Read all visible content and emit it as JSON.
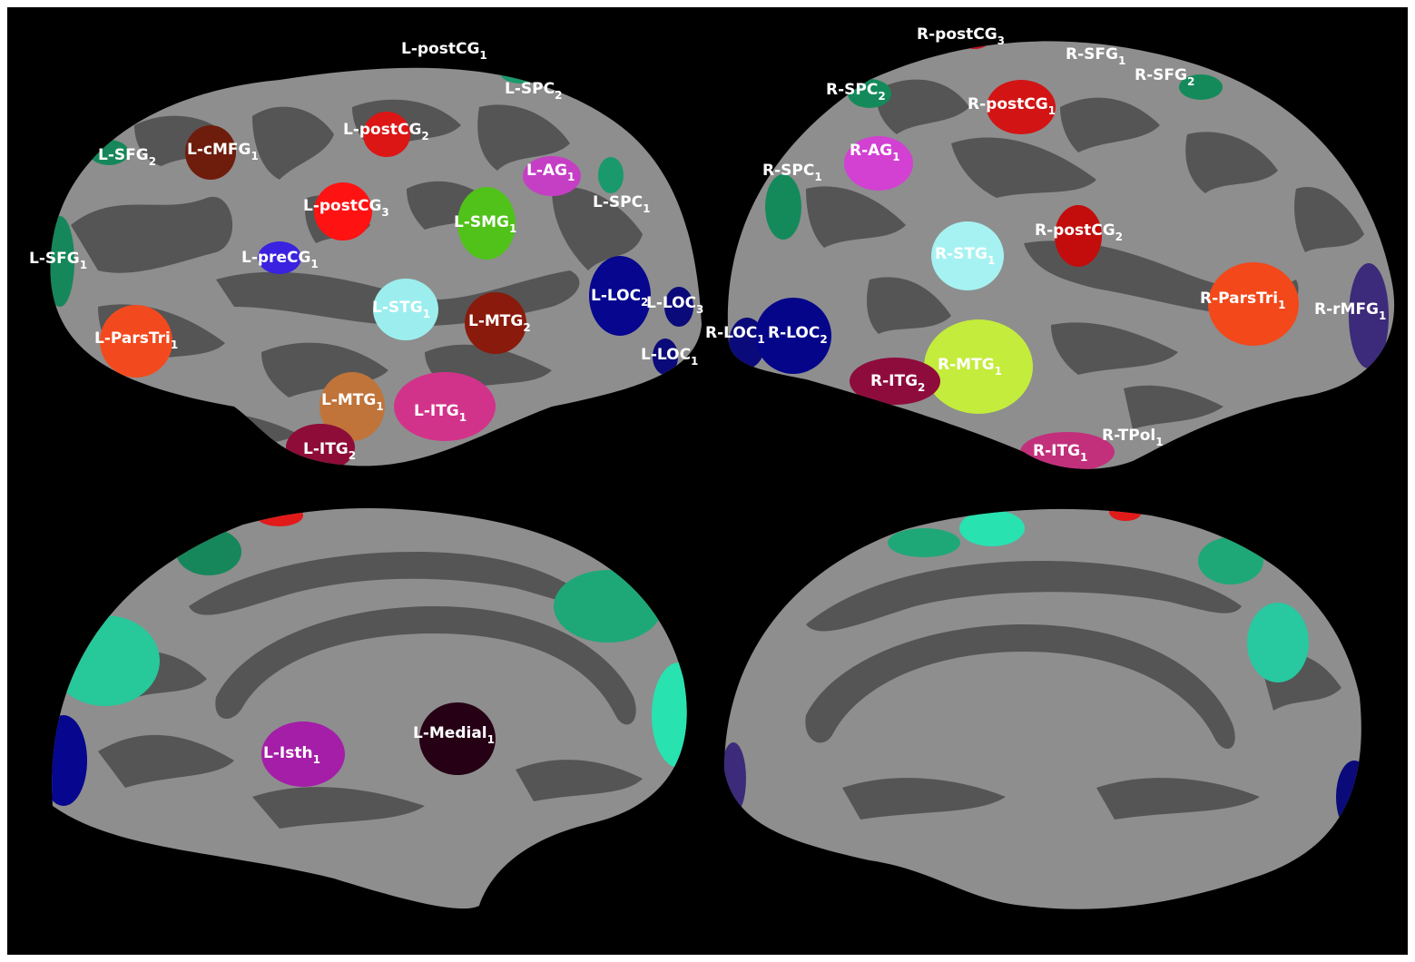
{
  "colors": {
    "background": "#000000",
    "sulcus": "#555555",
    "gyrus": "#8e8e8e",
    "label_text": "#ffffff"
  },
  "panels": [
    {
      "name": "left-lateral"
    },
    {
      "name": "right-lateral"
    },
    {
      "name": "left-medial"
    },
    {
      "name": "right-medial"
    }
  ],
  "regions": [
    {
      "id": "L-postCG1",
      "text": "L-postCG",
      "sub": "1",
      "color": "#e11a1a"
    },
    {
      "id": "L-SPC2",
      "text": "L-SPC",
      "sub": "2",
      "color": "#1a9a6c"
    },
    {
      "id": "L-postCG2",
      "text": "L-postCG",
      "sub": "2",
      "color": "#dc1515"
    },
    {
      "id": "L-SFG2",
      "text": "L-SFG",
      "sub": "2",
      "color": "#16875a"
    },
    {
      "id": "L-cMFG1",
      "text": "L-cMFG",
      "sub": "1",
      "color": "#6e1c0c"
    },
    {
      "id": "L-AG1",
      "text": "L-AG",
      "sub": "1",
      "color": "#c43fc4"
    },
    {
      "id": "L-SPC1",
      "text": "L-SPC",
      "sub": "1",
      "color": "#1a9a6c"
    },
    {
      "id": "L-postCG3",
      "text": "L-postCG",
      "sub": "3",
      "color": "#ff1212"
    },
    {
      "id": "L-SMG1",
      "text": "L-SMG",
      "sub": "1",
      "color": "#50c21a"
    },
    {
      "id": "L-SFG1",
      "text": "L-SFG",
      "sub": "1",
      "color": "#16875a"
    },
    {
      "id": "L-preCG1",
      "text": "L-preCG",
      "sub": "1",
      "color": "#3a22e0"
    },
    {
      "id": "L-LOC2",
      "text": "L-LOC",
      "sub": "2",
      "color": "#06068f"
    },
    {
      "id": "L-LOC3",
      "text": "L-LOC",
      "sub": "3",
      "color": "#0a0a7a"
    },
    {
      "id": "L-STG1",
      "text": "L-STG",
      "sub": "1",
      "color": "#9ceeee"
    },
    {
      "id": "L-MTG2",
      "text": "L-MTG",
      "sub": "2",
      "color": "#8a1a0c"
    },
    {
      "id": "L-ParsTri1",
      "text": "L-ParsTri",
      "sub": "1",
      "color": "#f24a1e"
    },
    {
      "id": "L-LOC1",
      "text": "L-LOC",
      "sub": "1",
      "color": "#0a0a7a"
    },
    {
      "id": "L-MTG1",
      "text": "L-MTG",
      "sub": "1",
      "color": "#c0743a"
    },
    {
      "id": "L-ITG1",
      "text": "L-ITG",
      "sub": "1",
      "color": "#d2338a"
    },
    {
      "id": "L-ITG2",
      "text": "L-ITG",
      "sub": "2",
      "color": "#8e0c38"
    },
    {
      "id": "R-postCG3",
      "text": "R-postCG",
      "sub": "3",
      "color": "#c8121e"
    },
    {
      "id": "R-SFG1",
      "text": "R-SFG",
      "sub": "1",
      "color": "#1a9a6c"
    },
    {
      "id": "R-SFG2",
      "text": "R-SFG",
      "sub": "2",
      "color": "#148a5a"
    },
    {
      "id": "R-SPC2",
      "text": "R-SPC",
      "sub": "2",
      "color": "#148a5a"
    },
    {
      "id": "R-postCG1",
      "text": "R-postCG",
      "sub": "1",
      "color": "#d21414"
    },
    {
      "id": "R-AG1",
      "text": "R-AG",
      "sub": "1",
      "color": "#d241d2"
    },
    {
      "id": "R-SPC1",
      "text": "R-SPC",
      "sub": "1",
      "color": "#148a5a"
    },
    {
      "id": "R-postCG2",
      "text": "R-postCG",
      "sub": "2",
      "color": "#c30c0c"
    },
    {
      "id": "R-STG1",
      "text": "R-STG",
      "sub": "1",
      "color": "#a6f2f2"
    },
    {
      "id": "R-ParsTri1",
      "text": "R-ParsTri",
      "sub": "1",
      "color": "#f2481a"
    },
    {
      "id": "R-rMFG1",
      "text": "R-rMFG",
      "sub": "1",
      "color": "#3c2a7a"
    },
    {
      "id": "R-LOC1",
      "text": "R-LOC",
      "sub": "1",
      "color": "#0a0a7a"
    },
    {
      "id": "R-LOC2",
      "text": "R-LOC",
      "sub": "2",
      "color": "#05058a"
    },
    {
      "id": "R-MTG1",
      "text": "R-MTG",
      "sub": "1",
      "color": "#c4ec3c"
    },
    {
      "id": "R-ITG2",
      "text": "R-ITG",
      "sub": "2",
      "color": "#8e0c3c"
    },
    {
      "id": "R-TPol1",
      "text": "R-TPol",
      "sub": "1",
      "color": "#5a1a3a"
    },
    {
      "id": "R-ITG1",
      "text": "R-ITG",
      "sub": "1",
      "color": "#c2307c"
    },
    {
      "id": "L-Isth1",
      "text": "L-Isth",
      "sub": "1",
      "color": "#a41ea8"
    },
    {
      "id": "L-Medial1",
      "text": "L-Medial",
      "sub": "1",
      "color": "#260014"
    }
  ]
}
